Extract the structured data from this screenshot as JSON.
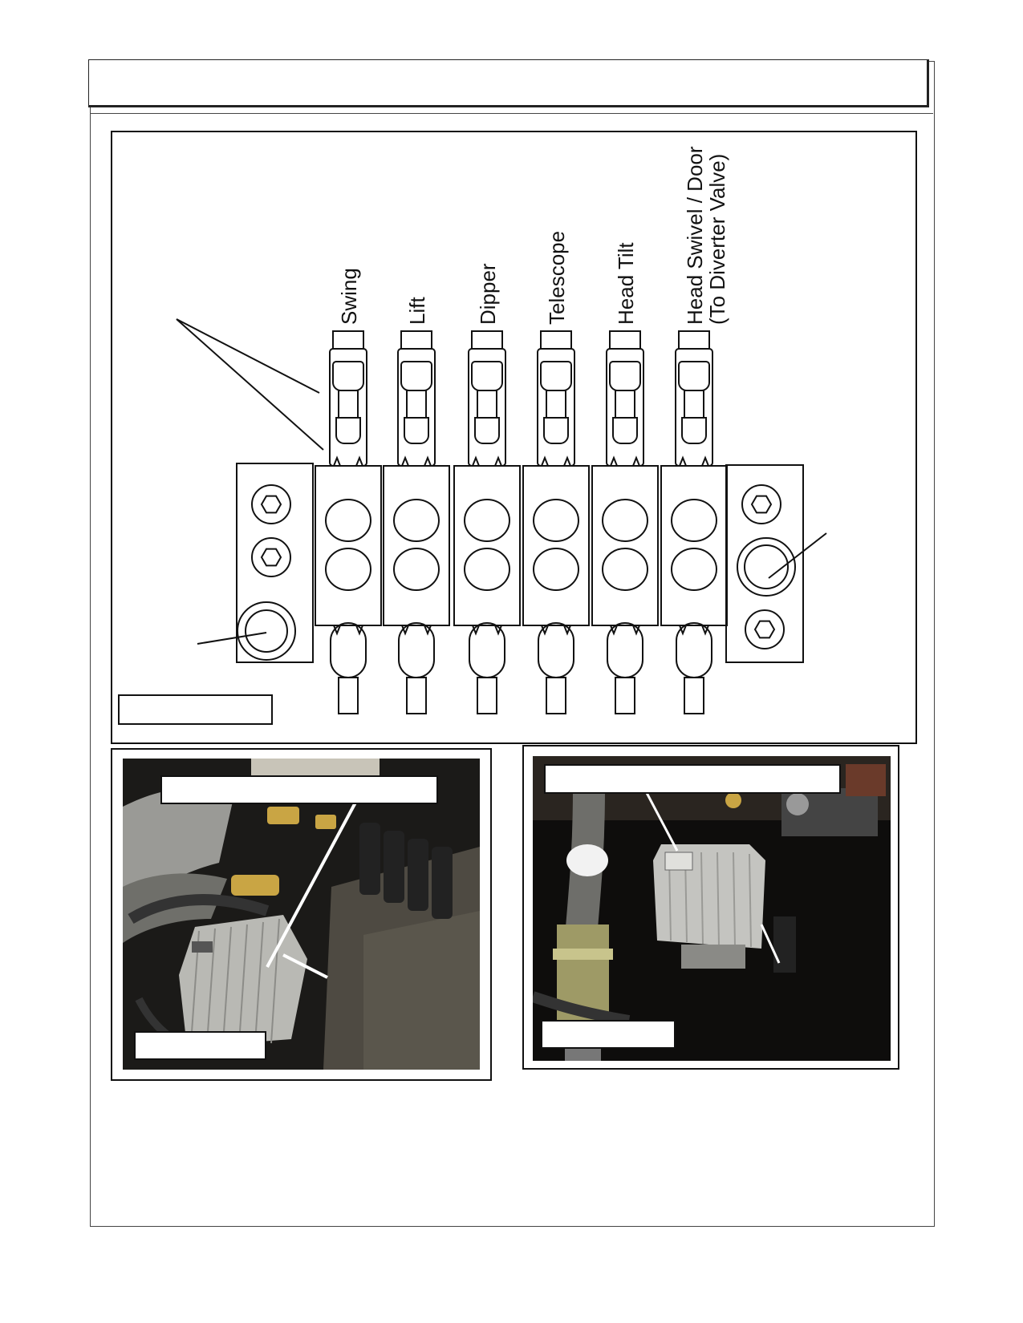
{
  "diagram": {
    "section_labels": [
      "Swing",
      "Lift",
      "Dipper",
      "Telescope",
      "Head Tilt"
    ],
    "last_section_label": {
      "line1": "Head Swivel / Door",
      "line2": "(To Diverter Valve)"
    }
  },
  "photos": {
    "left": {
      "description_icon": "valve-bank-photo-icon"
    },
    "right": {
      "description_icon": "valve-bank-photo-icon"
    }
  },
  "colors": {
    "line": "#111111",
    "photo_dark": "#1b1a18",
    "metal": "#b9b9b4"
  }
}
